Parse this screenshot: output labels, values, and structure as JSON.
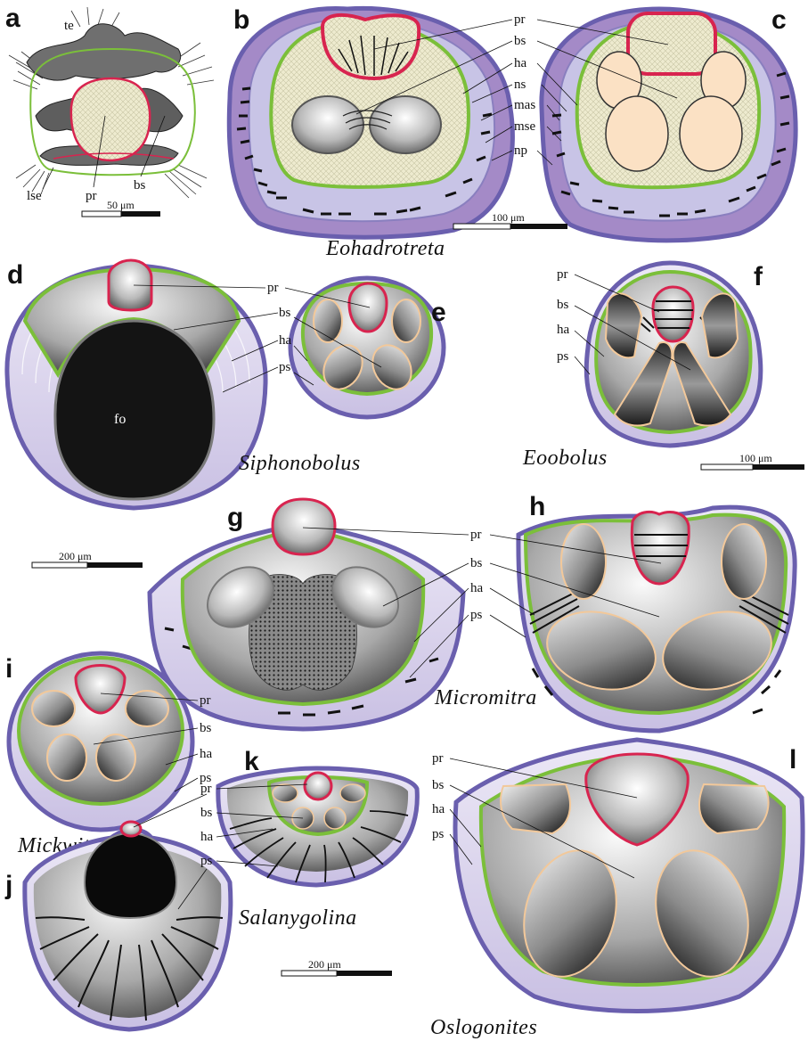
{
  "panels": {
    "a": "a",
    "b": "b",
    "c": "c",
    "d": "d",
    "e": "e",
    "f": "f",
    "g": "g",
    "h": "h",
    "i": "i",
    "j": "j",
    "k": "k",
    "l": "l"
  },
  "labels": {
    "te": "te",
    "pr": "pr",
    "bs": "bs",
    "lse": "lse",
    "ha": "ha",
    "ns": "ns",
    "mas": "mas",
    "mse": "mse",
    "np": "np",
    "ps": "ps",
    "fo": "fo"
  },
  "genera": {
    "eohadrotreta": "Eohadrotreta",
    "siphonobolus": "Siphonobolus",
    "eoobolus": "Eoobolus",
    "micromitra": "Micromitra",
    "mickwitzia": "Mickwitzia",
    "salanygolina": "Salanygolina",
    "oslogonites": "Oslogonites"
  },
  "scale_bars": {
    "a": "50 μm",
    "bc": "100 μm",
    "f": "100 μm",
    "dg": "200 μm",
    "jkl": "200 μm"
  },
  "colors": {
    "outline_purple": "#6a5fae",
    "shell_lilac": "#d9d3ec",
    "homeodeltidial_green": "#7bbf3a",
    "protegulum_red": "#d8244f",
    "scar_orange": "#f2c89a",
    "stipple_tan": "#eeebcf"
  }
}
